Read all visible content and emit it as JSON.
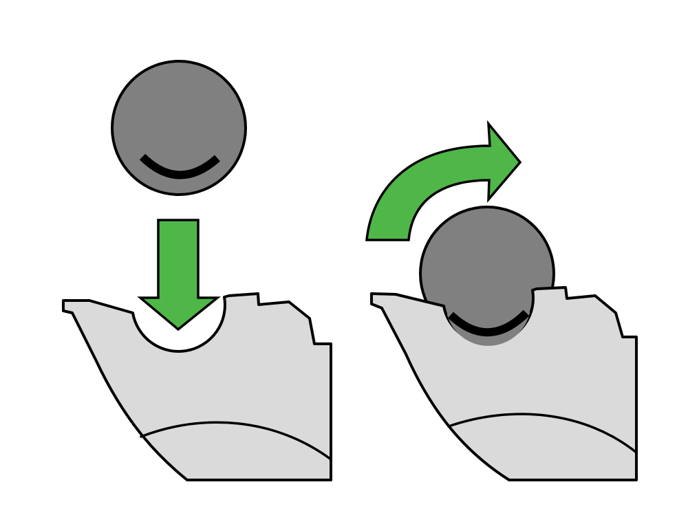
{
  "colors": {
    "background": "#ffffff",
    "housing_fill": "#dadada",
    "outline": "#000000",
    "disc_fill": "#808080",
    "arrow_fill": "#4fb748"
  },
  "panels": [
    {
      "step": "insert",
      "disc": "disc-above-slot",
      "arrow": "down-arrow-icon",
      "housing": "housing-with-empty-notch"
    },
    {
      "step": "rotate",
      "disc": "disc-seated-in-slot",
      "arrow": "curved-arrow-icon",
      "housing": "housing-with-seated-disc"
    }
  ]
}
